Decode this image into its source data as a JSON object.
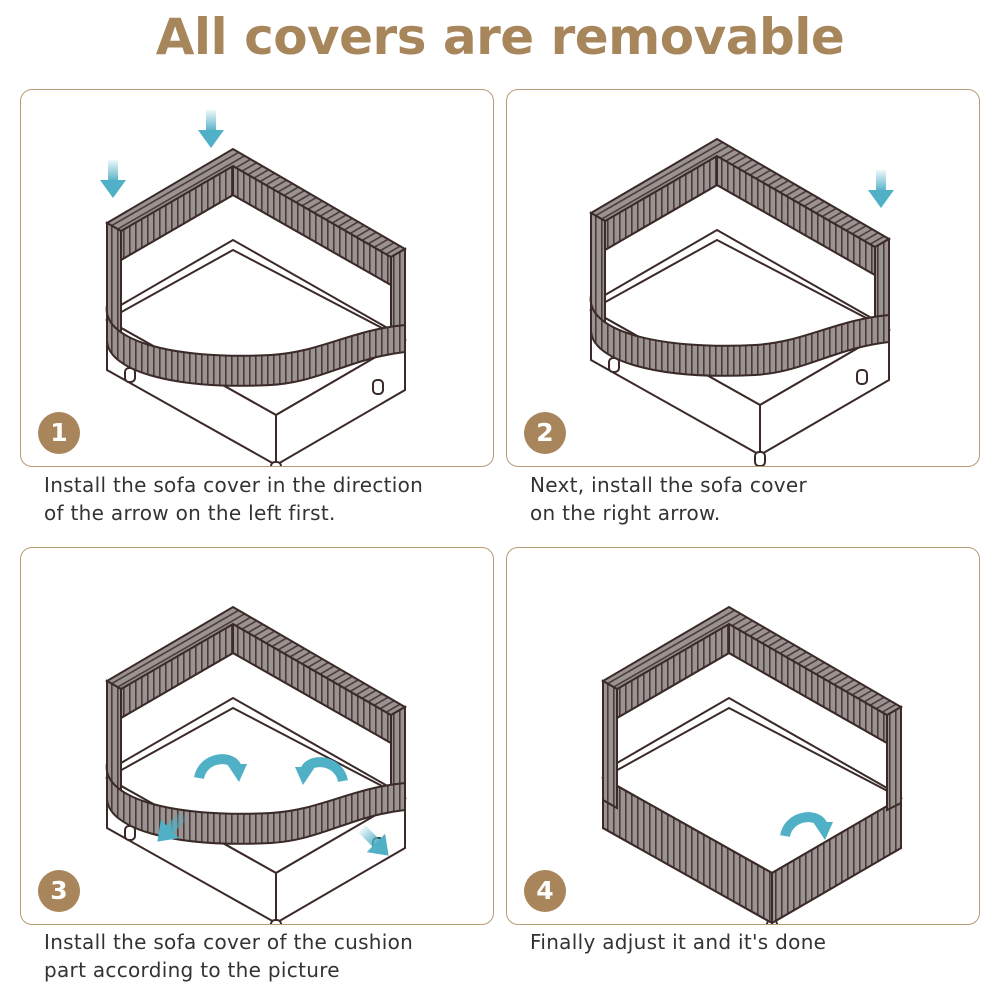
{
  "title": "All covers are removable",
  "steps": [
    {
      "number": "1",
      "caption": [
        "Install the sofa cover in the direction",
        "of the arrow on the left first."
      ]
    },
    {
      "number": "2",
      "caption": [
        "Next, install the sofa cover",
        "on the right arrow."
      ]
    },
    {
      "number": "3",
      "caption": [
        "Install the sofa cover of the cushion",
        "part according to the picture"
      ]
    },
    {
      "number": "4",
      "caption": [
        "Finally adjust it and it's done"
      ]
    }
  ],
  "colors": {
    "accent": "#a8855a",
    "arrow": "#4fb0c6",
    "cover": "#8d8584",
    "outline": "#3a2a28"
  }
}
